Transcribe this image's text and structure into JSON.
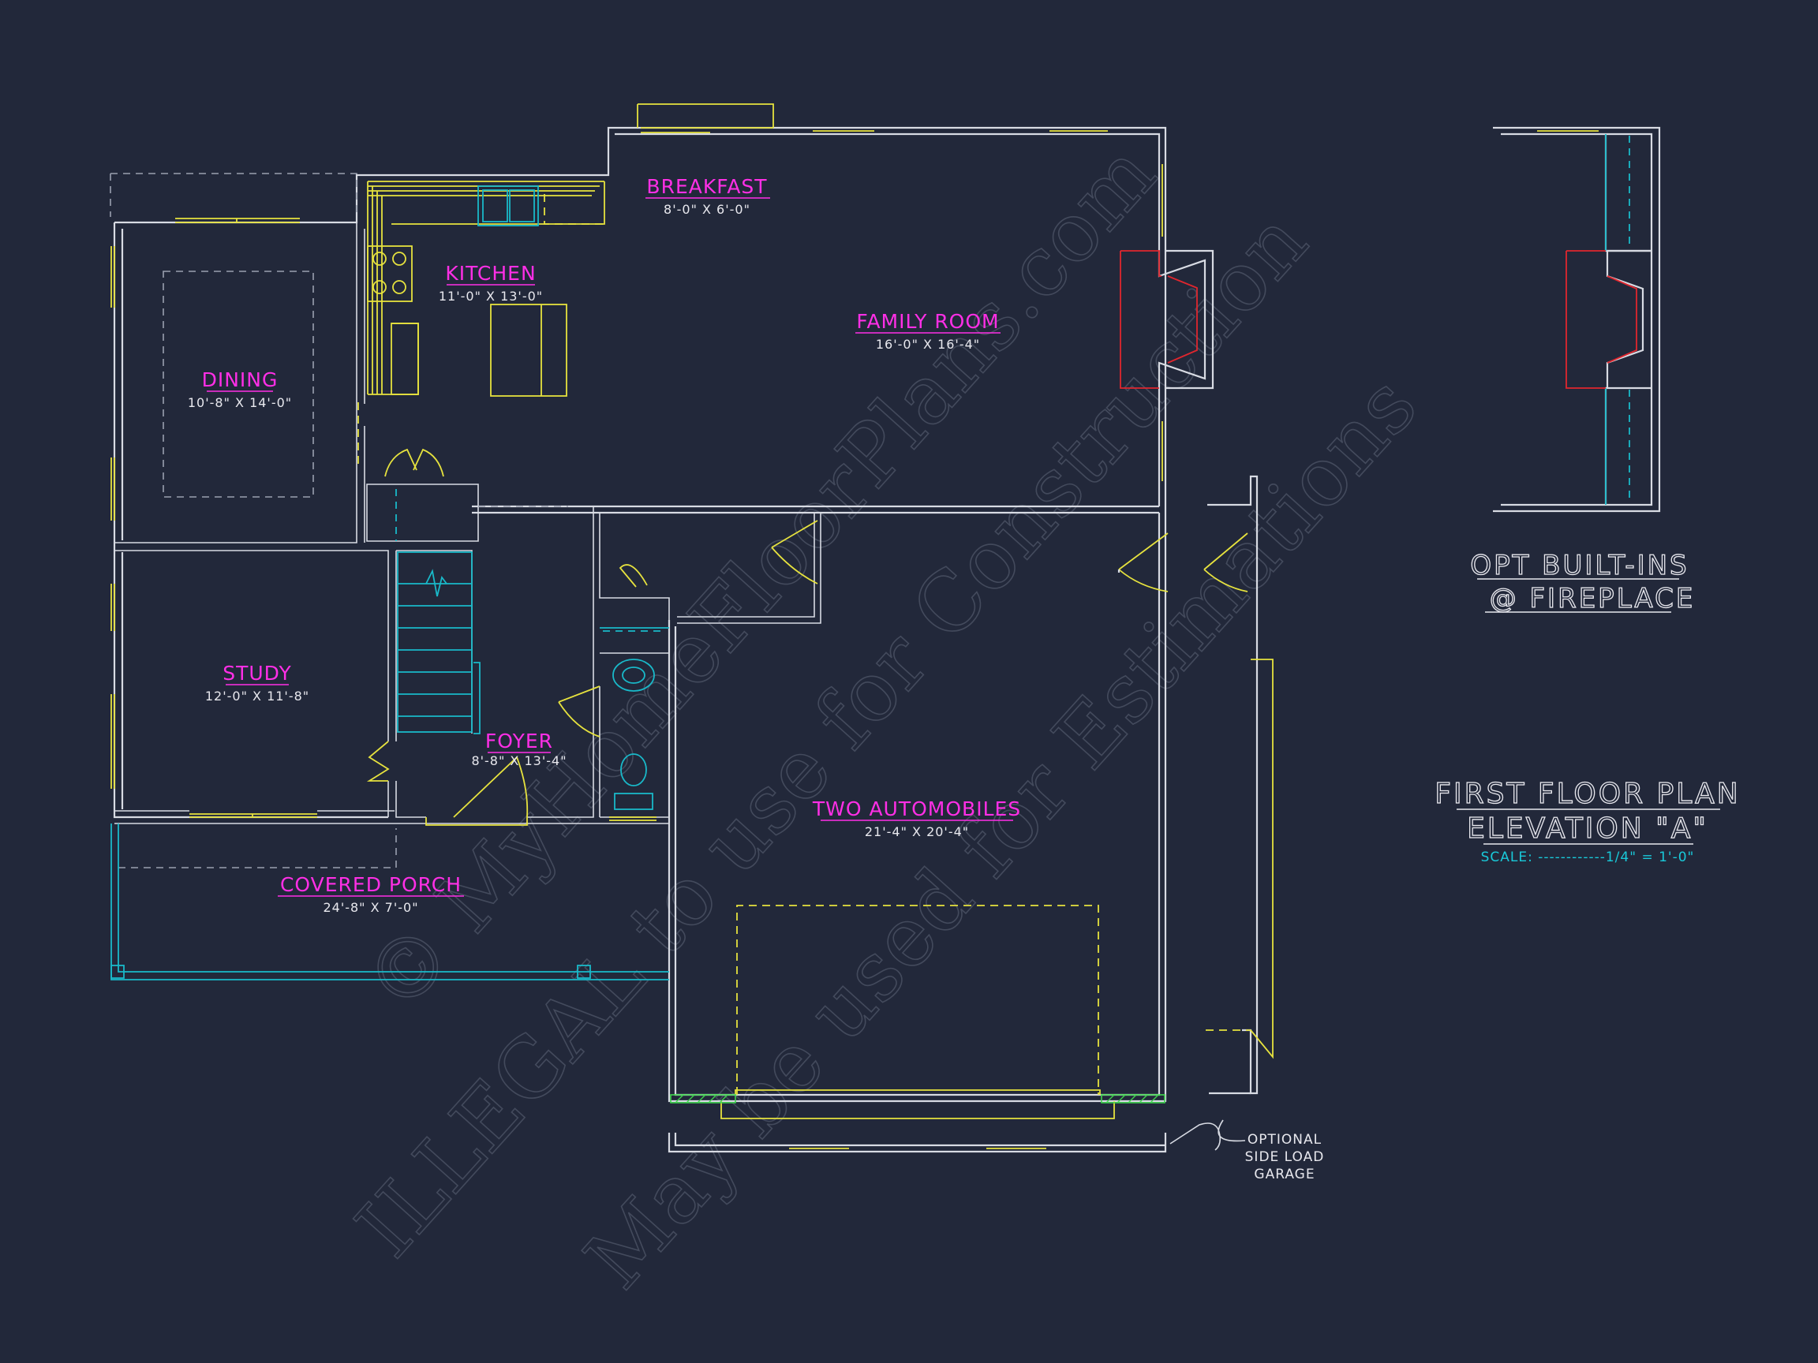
{
  "rooms": {
    "breakfast": {
      "label": "BREAKFAST",
      "dim": "8'-0\" X 6'-0\""
    },
    "kitchen": {
      "label": "KITCHEN",
      "dim": "11'-0\" X 13'-0\""
    },
    "family_room": {
      "label": "FAMILY ROOM",
      "dim": "16'-0\" X 16'-4\""
    },
    "dining": {
      "label": "DINING",
      "dim": "10'-8\" X 14'-0\""
    },
    "study": {
      "label": "STUDY",
      "dim": "12'-0\" X 11'-8\""
    },
    "foyer": {
      "label": "FOYER",
      "dim": "8'-8\" X 13'-4\""
    },
    "garage": {
      "label": "TWO AUTOMOBILES",
      "dim": "21'-4\" X 20'-4\""
    },
    "porch": {
      "label": "COVERED PORCH",
      "dim": "24'-8\" X 7'-0\""
    }
  },
  "option_builtins": {
    "line1": "OPT BUILT-INS",
    "line2": "@ FIREPLACE"
  },
  "plan_title": {
    "line1": "FIRST FLOOR PLAN",
    "line2": "ELEVATION \"A\"",
    "scale": "SCALE: ------------1/4\" = 1'-0\""
  },
  "side_load_note": {
    "line1": "OPTIONAL",
    "line2": "SIDE LOAD",
    "line3": "GARAGE"
  },
  "watermark": {
    "line1": "© MyHomeFloorPlans.com",
    "line2": "ILLEGAL to use for Construction",
    "line3": "May be used for Estimations"
  },
  "colors": {
    "background": "#22283a",
    "walls": "#d8dbe3",
    "windows": "#e6e23e",
    "fixtures": "#19b9c9",
    "labels": "#ff2fe6",
    "firebox": "#e0262e"
  }
}
